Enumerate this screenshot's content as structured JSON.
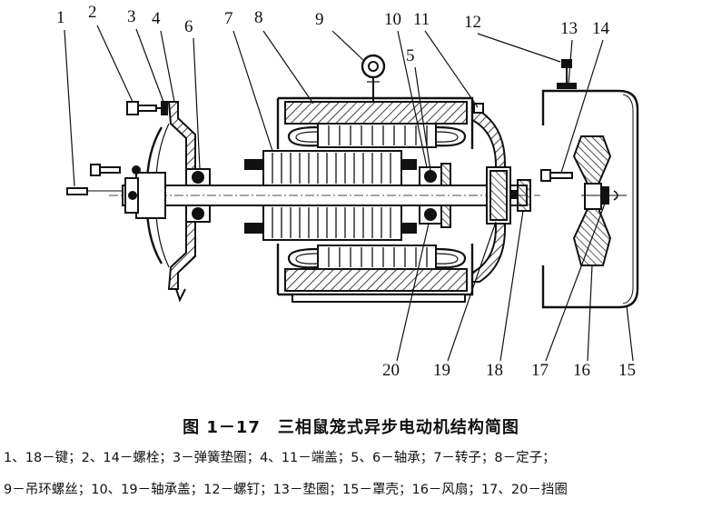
{
  "figure": {
    "callouts": [
      "1",
      "2",
      "3",
      "4",
      "6",
      "7",
      "8",
      "9",
      "10",
      "5",
      "11",
      "12",
      "13",
      "14",
      "20",
      "19",
      "18",
      "17",
      "16",
      "15"
    ]
  },
  "caption": "图 1－17　三相鼠笼式异步电动机结构简图",
  "legend": {
    "line1": "1、18－键；2、14－螺栓；3－弹簧垫圈；4、11－端盖；5、6－轴承；7－转子；8－定子；",
    "line2": "9－吊环螺丝；10、19－轴承盖；12－螺钉；13－垫圈；15－罩壳；16－风扇；17、20－挡圈"
  },
  "colors": {
    "ink": "#111111",
    "paper": "#ffffff"
  }
}
